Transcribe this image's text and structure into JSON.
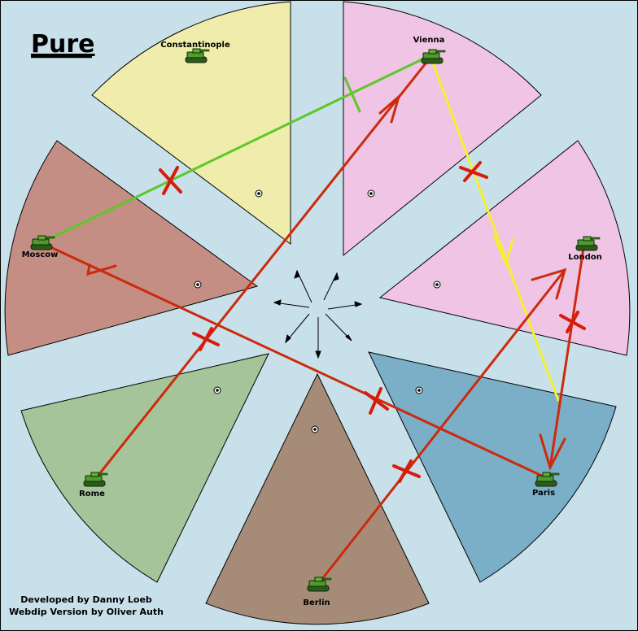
{
  "map": {
    "title": "Pure",
    "credits": [
      "Developed by Danny Loeb",
      "Webdip Version by Oliver Auth"
    ],
    "colors": {
      "background": "#c8e0ea",
      "turkey": "#f0ecac",
      "austria": "#f0c4e4",
      "england": "#f0c4e4",
      "france": "#7aafc7",
      "germany": "#a68c78",
      "italy": "#a6c49a",
      "russia": "#c48e84",
      "support_order": "#d81c0c",
      "move_order": "#cc2a0c",
      "austria_order": "#f4f030",
      "russia_order": "#5cc82a"
    }
  },
  "territories": [
    {
      "id": "constantinople",
      "name": "Constantinople",
      "color": "#f0ecac",
      "unit": "army"
    },
    {
      "id": "vienna",
      "name": "Vienna",
      "color": "#f0c4e4",
      "unit": "army"
    },
    {
      "id": "london",
      "name": "London",
      "color": "#f0c4e4",
      "unit": "army"
    },
    {
      "id": "paris",
      "name": "Paris",
      "color": "#7aafc7",
      "unit": "army"
    },
    {
      "id": "berlin",
      "name": "Berlin",
      "color": "#a68c78",
      "unit": "army"
    },
    {
      "id": "rome",
      "name": "Rome",
      "color": "#a6c49a",
      "unit": "army"
    },
    {
      "id": "moscow",
      "name": "Moscow",
      "color": "#c48e84",
      "unit": "army"
    }
  ]
}
